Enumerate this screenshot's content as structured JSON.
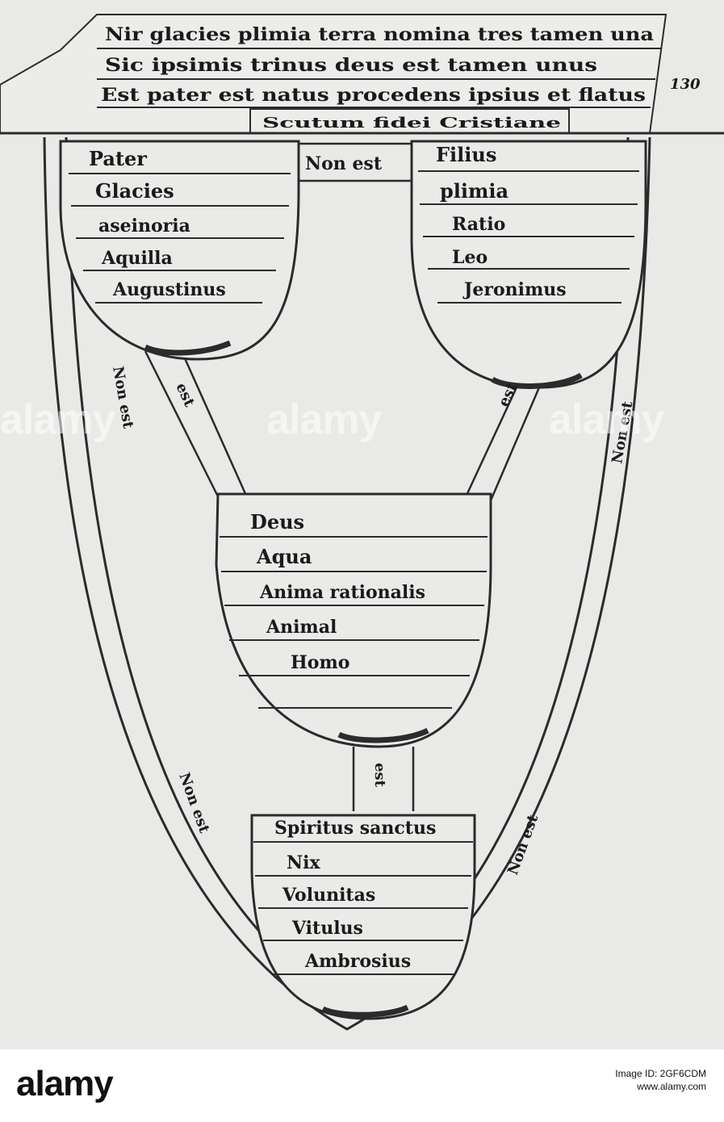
{
  "header": {
    "lines": [
      "Nir glacies plimia terra nomina tres tamen una",
      "Sic ipsimis trinus deus est tamen unus",
      "Est pater est natus procedens ipsius et flatus"
    ],
    "caption": "Scutum fidei Cristiane",
    "folio": "130"
  },
  "bowls": {
    "pater": [
      "Pater",
      "Glacies",
      "aseinoria",
      "Aquilla",
      "Augustinus"
    ],
    "filius": [
      "Filius",
      "plimia",
      "Ratio",
      "Leo",
      "Jeronimus"
    ],
    "deus": [
      "Deus",
      "Aqua",
      "Anima rationalis",
      "Animal",
      "Homo"
    ],
    "spiritus": [
      "Spiritus sanctus",
      "Nix",
      "Volunitas",
      "Vitulus",
      "Ambrosius"
    ]
  },
  "links": {
    "top": "Non est",
    "left_outer_top": "Non est",
    "right_outer_top": "Non est",
    "left_outer_bottom": "Non est",
    "right_outer_bottom": "Non est",
    "pater_deus": "est",
    "filius_deus": "est",
    "deus_spiritus": "est"
  },
  "branding": {
    "logo": "alamy",
    "image_id_line": "Image ID: 2GF6CDM",
    "site": "www.alamy.com",
    "watermark": "alamy"
  }
}
